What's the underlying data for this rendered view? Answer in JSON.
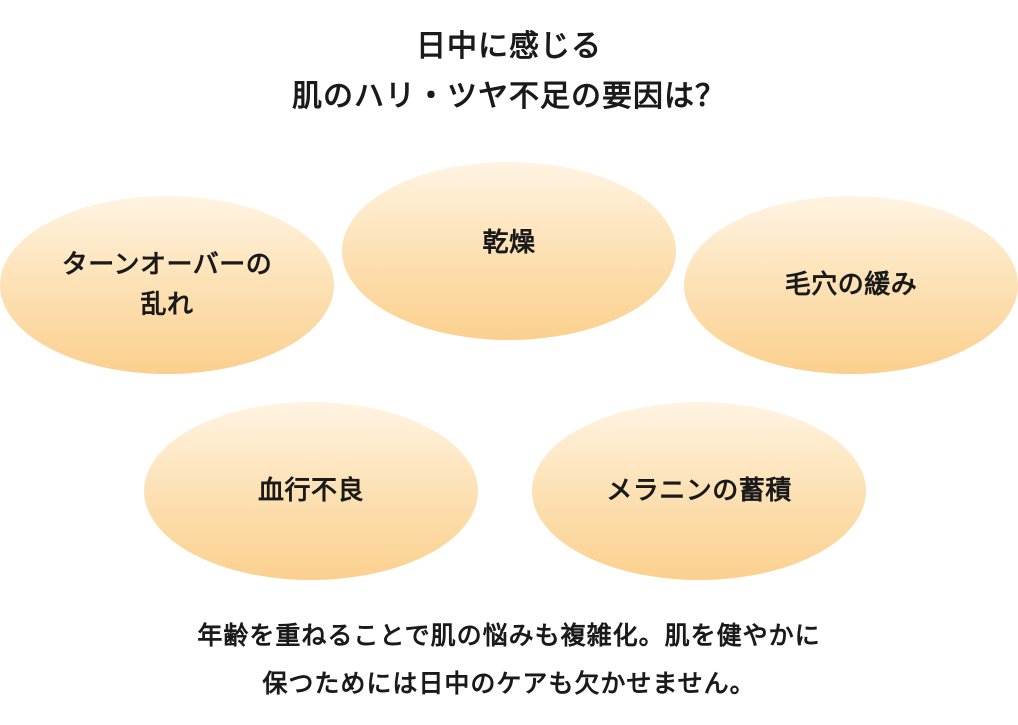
{
  "title": {
    "line1": "日中に感じる",
    "line2": "肌のハリ・ツヤ不足の要因は？"
  },
  "factors": [
    {
      "line1": "ターンオーバーの",
      "line2": "乱れ"
    },
    {
      "line1": "乾燥"
    },
    {
      "line1": "毛穴の緩み"
    },
    {
      "line1": "血行不良"
    },
    {
      "line1": "メラニンの蓄積"
    }
  ],
  "footer": {
    "line1": "年齢を重ねることで肌の悩みも複雑化。肌を健やかに",
    "line2": "保つためには日中のケアも欠かせません。"
  },
  "colors": {
    "bubble_top": "#fff4e3",
    "bubble_bottom": "#fbd08e",
    "text": "#1a1a1a"
  }
}
